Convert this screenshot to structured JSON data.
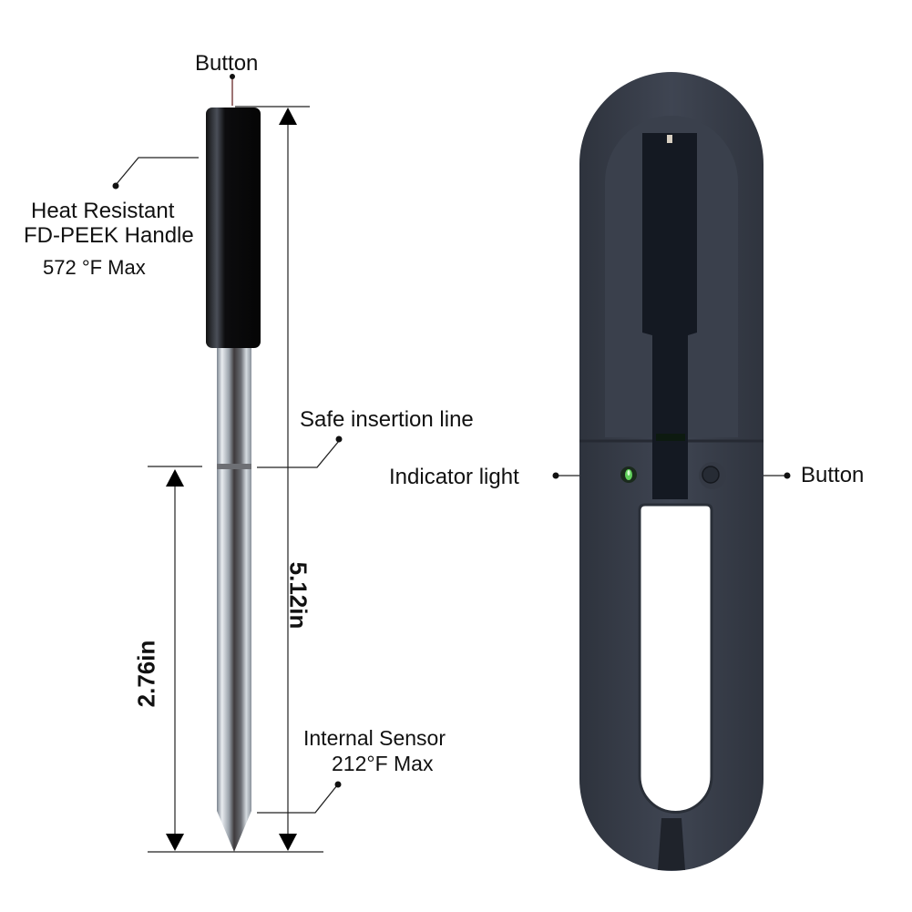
{
  "probe": {
    "labels": {
      "button": "Button",
      "handle_line1": "Heat Resistant",
      "handle_line2": "FD-PEEK Handle",
      "handle_line3": "572 °F Max",
      "safe_insertion": "Safe insertion line",
      "sensor_line1": "Internal Sensor",
      "sensor_line2": "212°F Max"
    },
    "dimensions": {
      "total_length": "5.12in",
      "insertion_length": "2.76in"
    }
  },
  "charger": {
    "labels": {
      "indicator_light": "Indicator light",
      "button": "Button"
    },
    "colors": {
      "body": "#3a3f4a",
      "slot": "#151a24",
      "indicator": "#5fd05a"
    }
  }
}
